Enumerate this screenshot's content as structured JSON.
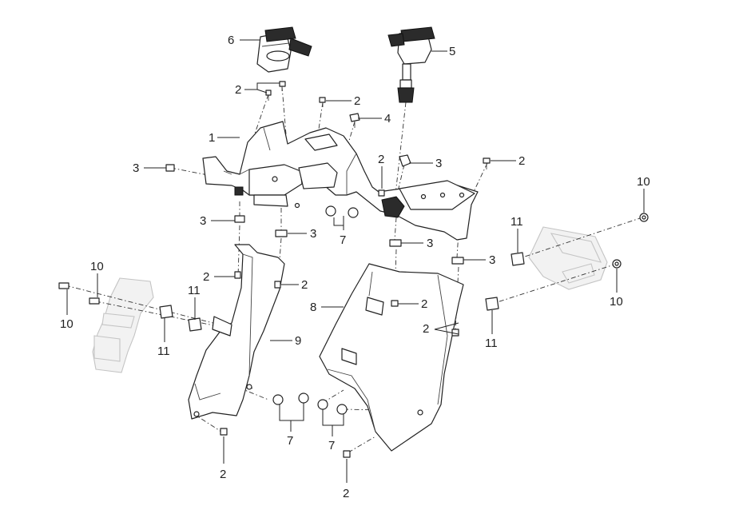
{
  "diagram": {
    "callouts": [
      {
        "id": "c6a",
        "text": "6"
      },
      {
        "id": "c5a",
        "text": "5"
      },
      {
        "id": "c2a",
        "text": "2"
      },
      {
        "id": "c2b",
        "text": "2"
      },
      {
        "id": "c4a",
        "text": "4"
      },
      {
        "id": "c1a",
        "text": "1"
      },
      {
        "id": "c3a",
        "text": "3"
      },
      {
        "id": "c2c",
        "text": "2"
      },
      {
        "id": "c3b",
        "text": "3"
      },
      {
        "id": "c2d",
        "text": "2"
      },
      {
        "id": "c10a",
        "text": "10"
      },
      {
        "id": "c3c",
        "text": "3"
      },
      {
        "id": "c3d",
        "text": "3"
      },
      {
        "id": "c7a",
        "text": "7"
      },
      {
        "id": "c3e",
        "text": "3"
      },
      {
        "id": "c11a",
        "text": "11"
      },
      {
        "id": "c3f",
        "text": "3"
      },
      {
        "id": "c10b",
        "text": "10"
      },
      {
        "id": "c2e",
        "text": "2"
      },
      {
        "id": "c2f",
        "text": "2"
      },
      {
        "id": "c10c",
        "text": "10"
      },
      {
        "id": "c11b",
        "text": "11"
      },
      {
        "id": "c8a",
        "text": "8"
      },
      {
        "id": "c2g",
        "text": "2"
      },
      {
        "id": "c10d",
        "text": "10"
      },
      {
        "id": "c2h",
        "text": "2"
      },
      {
        "id": "c11c",
        "text": "11"
      },
      {
        "id": "c9a",
        "text": "9"
      },
      {
        "id": "c11d",
        "text": "11"
      },
      {
        "id": "c7b",
        "text": "7"
      },
      {
        "id": "c7c",
        "text": "7"
      },
      {
        "id": "c2i",
        "text": "2"
      },
      {
        "id": "c2j",
        "text": "2"
      }
    ]
  }
}
